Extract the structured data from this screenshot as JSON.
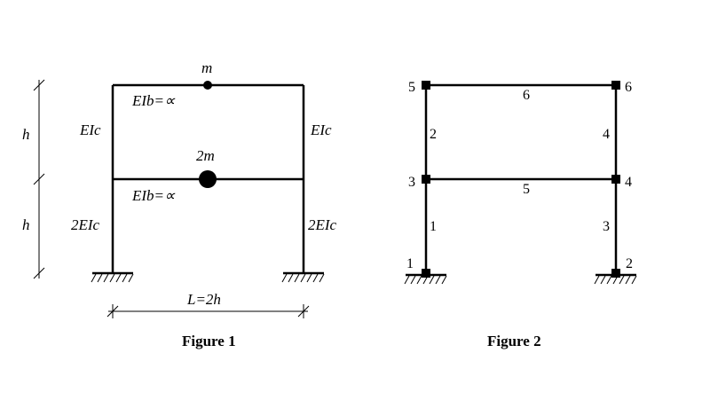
{
  "figure1": {
    "caption": "Figure 1",
    "mass_top": "m",
    "mass_mid": "2m",
    "beam_top_label": "EIb=∝",
    "beam_mid_label": "EIb=∝",
    "col_upper_left": "EIc",
    "col_upper_right": "EIc",
    "col_lower_left": "2EIc",
    "col_lower_right": "2EIc",
    "height_upper": "h",
    "height_lower": "h",
    "span": "L=2h"
  },
  "figure2": {
    "caption": "Figure 2",
    "nodes": [
      "1",
      "2",
      "3",
      "4",
      "5",
      "6"
    ],
    "elements": [
      "1",
      "2",
      "3",
      "4",
      "5",
      "6"
    ]
  }
}
